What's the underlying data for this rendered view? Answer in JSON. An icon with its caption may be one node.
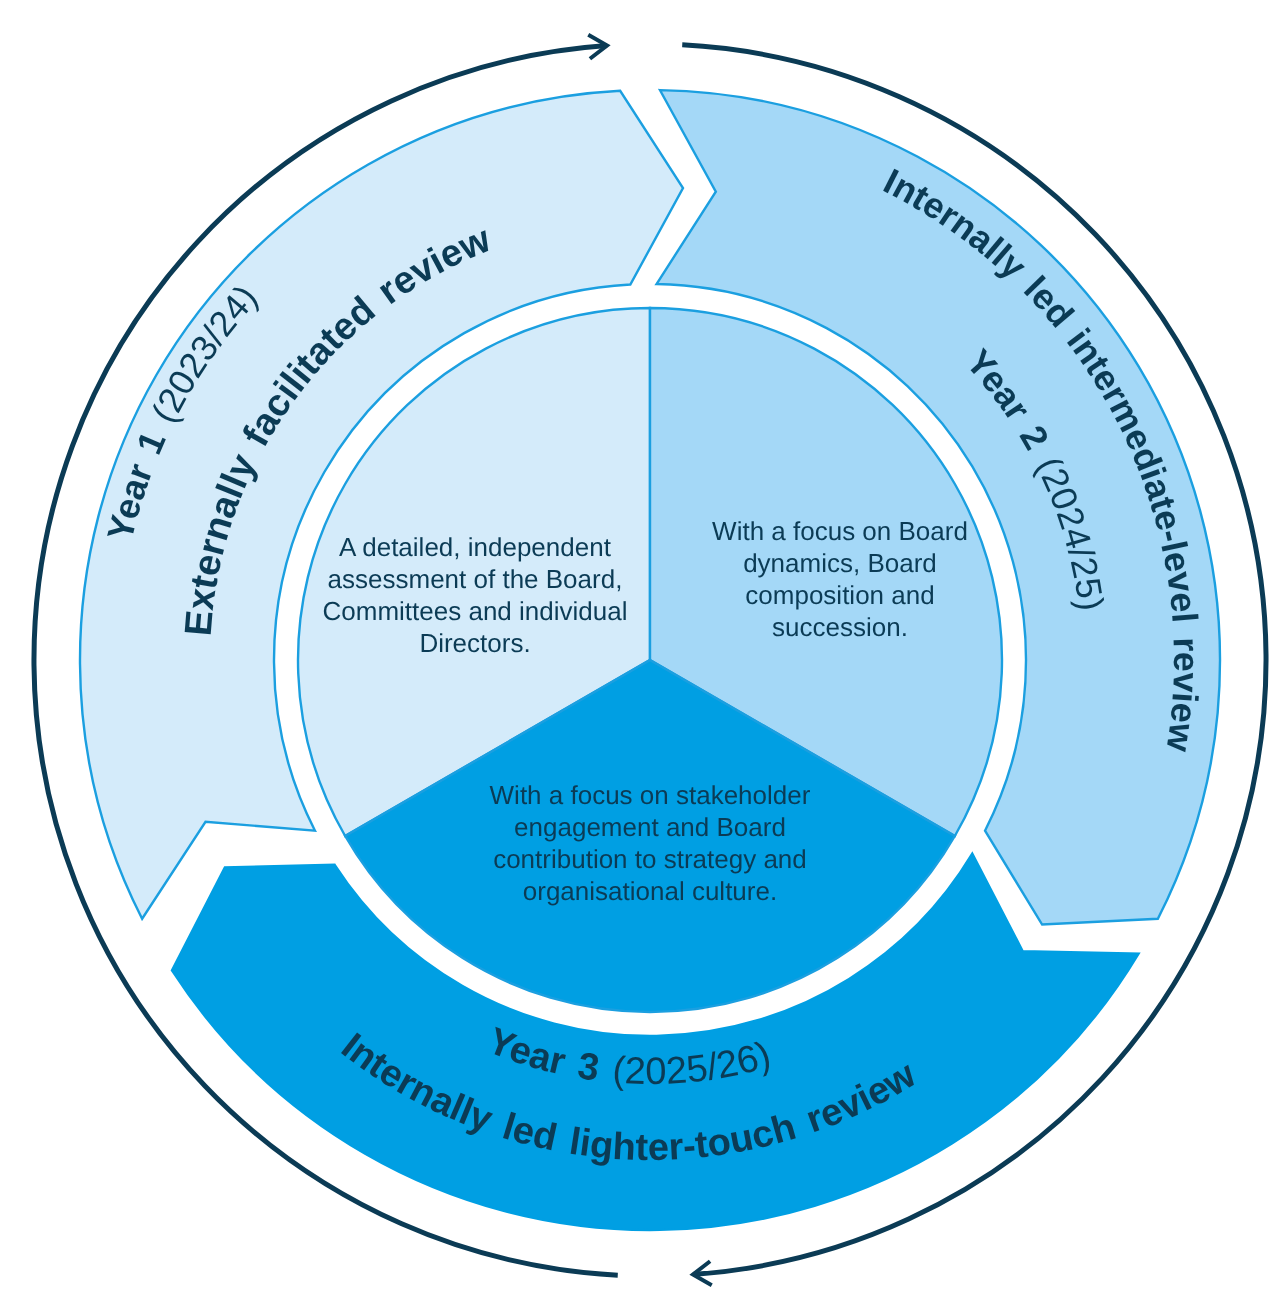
{
  "diagram": {
    "nodes": [
      {
        "text": [
          "**Year 1** (2023/24)",
          "Externally facilitated review"
        ]
      },
      {
        "text": [
          "Internally led intermediate-level review",
          "**Year 2** (2024/25)"
        ]
      },
      {
        "text": [
          "**Year 3** (2025/26)",
          "Internally led lighter-touch review"
        ]
      },
      {
        "text": [
          "A detailed, independent assessment of the Board, Committees and individual Directors."
        ]
      },
      {
        "text": [
          "With a focus on Board dynamics, Board composition and succession."
        ]
      },
      {
        "text": [
          "With a focus on stakeholder engagement and Board contribution to strategy and organisational culture."
        ]
      }
    ]
  }
}
